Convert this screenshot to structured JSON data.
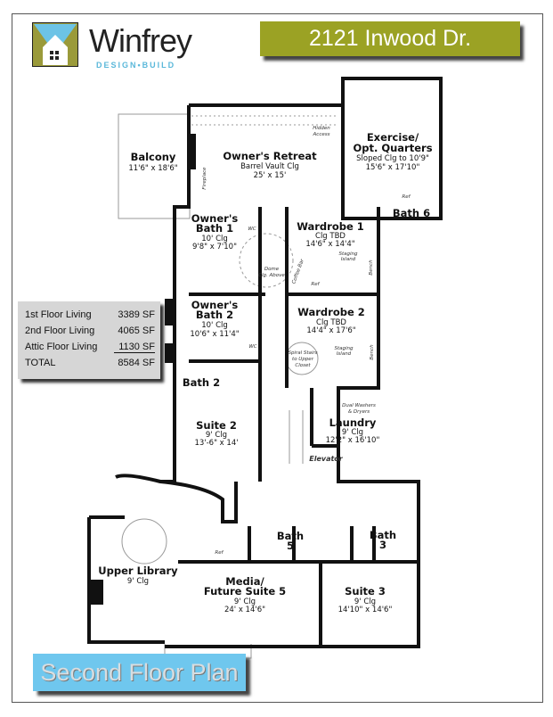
{
  "logo": {
    "name": "Winfrey",
    "tagline": "DESIGN•BUILD",
    "colors": {
      "sky": "#6cc3e6",
      "olive": "#9a9a3a",
      "house": "#ffffff"
    }
  },
  "header": {
    "address": "2121 Inwood Dr."
  },
  "square_footage": {
    "rows": [
      {
        "label": "1st Floor Living",
        "value": "3389 SF"
      },
      {
        "label": "2nd Floor Living",
        "value": "4065 SF"
      },
      {
        "label": "Attic Floor Living",
        "value": "1130 SF"
      },
      {
        "label": "TOTAL",
        "value": "8584 SF"
      }
    ]
  },
  "plan": {
    "rooms": {
      "balcony": {
        "name": "Balcony",
        "size": "11'6\" x 18'6\""
      },
      "owners_retreat": {
        "name": "Owner's Retreat",
        "ceiling": "Barrel Vault Clg",
        "size": "25' x 15'"
      },
      "exercise": {
        "name1": "Exercise/",
        "name2": "Opt. Quarters",
        "ceiling": "Sloped Clg to 10'9\"",
        "size": "15'6\" x 17'10\""
      },
      "bath6": {
        "name": "Bath 6"
      },
      "owners_bath1": {
        "name1": "Owner's",
        "name2": "Bath 1",
        "ceiling": "10' Clg",
        "size": "9'8\" x 7'10\""
      },
      "wardrobe1": {
        "name": "Wardrobe 1",
        "ceiling": "Clg TBD",
        "size": "14'6\" x 14'4\""
      },
      "owners_bath2": {
        "name1": "Owner's",
        "name2": "Bath 2",
        "ceiling": "10' Clg",
        "size": "10'6\" x 11'4\""
      },
      "wardrobe2": {
        "name": "Wardrobe 2",
        "ceiling": "Clg TBD",
        "size": "14'4\" x 17'6\""
      },
      "bath2": {
        "name": "Bath 2"
      },
      "suite2": {
        "name": "Suite 2",
        "ceiling": "9' Clg",
        "size": "13'-6\" x 14'"
      },
      "laundry": {
        "name": "Laundry",
        "ceiling": "9' Clg",
        "size": "12'2\" x 16'10\""
      },
      "elevator": {
        "name": "Elevator"
      },
      "bath5": {
        "name1": "Bath",
        "name2": "5"
      },
      "bath3": {
        "name1": "Bath",
        "name2": "3"
      },
      "upper_library": {
        "name": "Upper Library",
        "ceiling": "9' Clg"
      },
      "media": {
        "name1": "Media/",
        "name2": "Future Suite 5",
        "ceiling": "9' Clg",
        "size": "24' x 14'6\""
      },
      "suite3": {
        "name": "Suite 3",
        "ceiling": "9' Clg",
        "size": "14'10\" x 14'6\""
      }
    },
    "notes": {
      "hidden1": "Hidden",
      "hidden2": "Access",
      "fireplace": "Fireplace",
      "wc": "WC",
      "dome1": "Dome",
      "dome2": "Clg. Above",
      "coffee_bar": "Coffee Bar",
      "ref": "Ref",
      "staging1": "Staging",
      "staging2": "Island",
      "bench": "Bench",
      "spiral1": "Spiral Stairs",
      "spiral2": "to Upper",
      "spiral3": "Closet",
      "washers1": "Dual Washers",
      "washers2": "& Dryers"
    }
  },
  "footer": {
    "floor_label": "Second Floor Plan"
  }
}
